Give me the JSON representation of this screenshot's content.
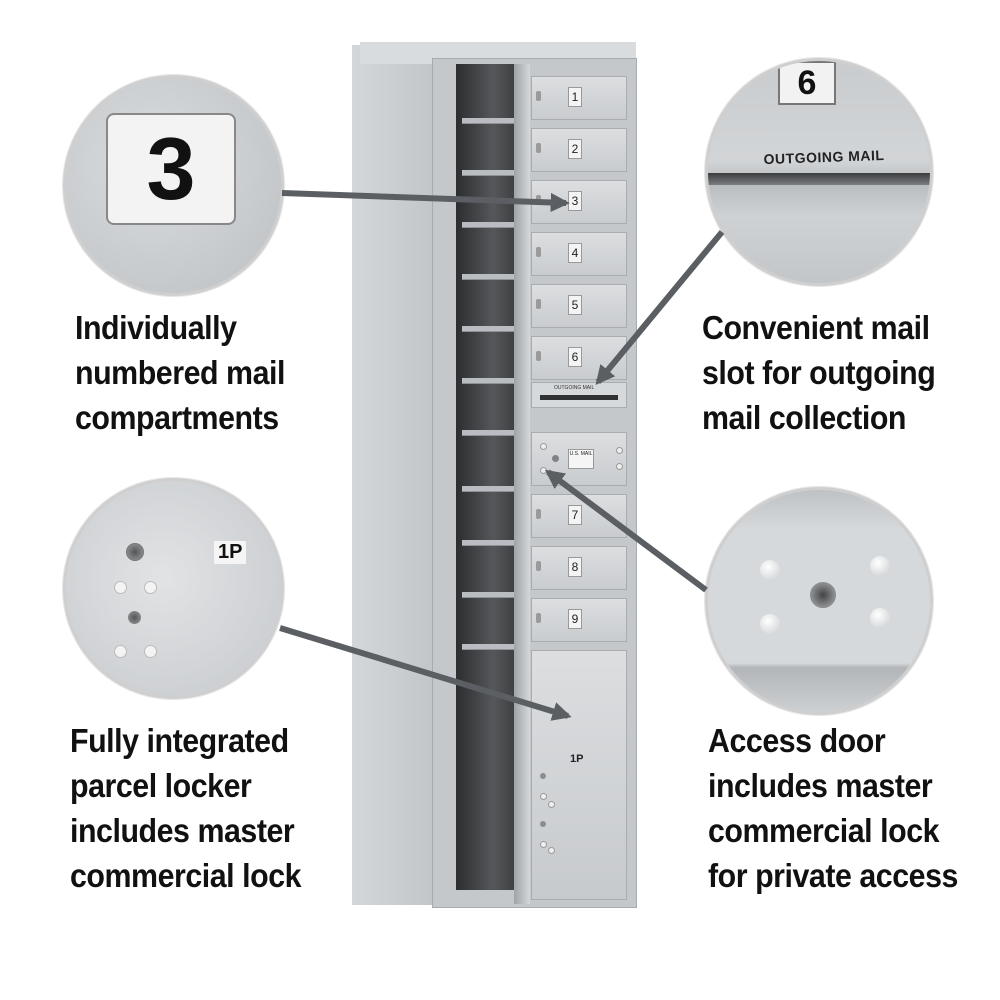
{
  "callouts": {
    "numbered": [
      "Individually",
      "numbered mail",
      "compartments"
    ],
    "outgoing": [
      "Convenient mail",
      "slot for outgoing",
      "mail collection"
    ],
    "parcel": [
      "Fully integrated",
      "parcel locker",
      "includes master",
      "commercial lock"
    ],
    "access": [
      "Access door",
      "includes master",
      "commercial lock",
      "for private access"
    ]
  },
  "zoom": {
    "numbered_label": "3",
    "outgoing_number": "6",
    "outgoing_label": "OUTGOING MAIL",
    "parcel_label": "1P"
  },
  "mailbox": {
    "doors": [
      "1",
      "2",
      "3",
      "4",
      "5",
      "6",
      "7",
      "8",
      "9"
    ],
    "parcel_label": "1P",
    "slot_label": "OUTGOING MAIL",
    "access_label": "U.S. MAIL"
  },
  "colors": {
    "arrow": "#5b5f63",
    "cabinet": "#c8cbce",
    "text": "#111111"
  }
}
